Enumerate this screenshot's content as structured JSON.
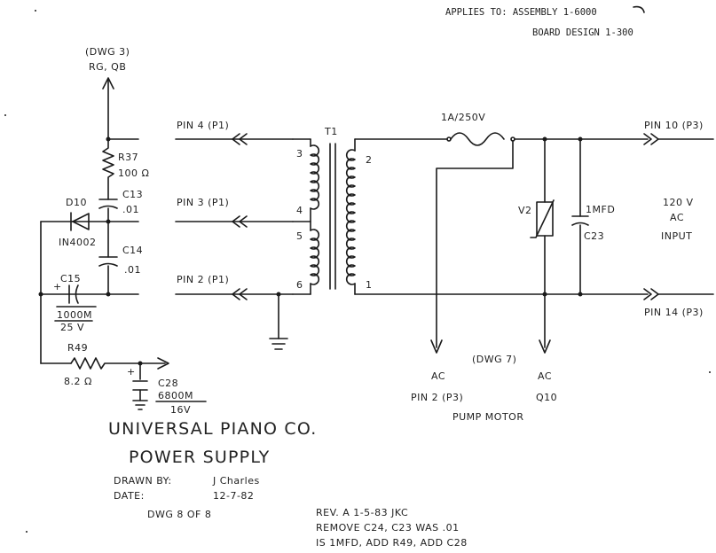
{
  "header": {
    "applies_to": "APPLIES TO:  ASSEMBLY 1-6000",
    "board_design": "BOARD DESIGN 1-300"
  },
  "title_block": {
    "company": "UNIVERSAL PIANO CO.",
    "drawing": "POWER SUPPLY",
    "drawn_by_label": "DRAWN BY:",
    "drawn_by": "J Charles",
    "date_label": "DATE:",
    "date": "12-7-82",
    "sheet": "DWG 8 OF 8"
  },
  "revision": {
    "line1": "REV. A  1-5-83  JKC",
    "line2": "REMOVE C24, C23 WAS .01",
    "line3": "IS 1MFD, ADD R49, ADD C28"
  },
  "connectors": {
    "pin4_p1": "PIN 4 (P1)",
    "pin3_p1": "PIN 3 (P1)",
    "pin2_p1": "PIN 2 (P1)",
    "pin10_p3": "PIN 10 (P3)",
    "pin14_p3": "PIN 14 (P3)",
    "dwg3_ref": "(DWG 3)",
    "dwg3_targets": "RG, QB",
    "ac_input_line1": "120 V",
    "ac_input_line2": "AC",
    "ac_input_line3": "INPUT",
    "out_pump_ac": "AC",
    "out_pump_pin": "PIN 2 (P3)",
    "dwg7_ref": "(DWG 7)",
    "out_q10_ac": "AC",
    "out_q10": "Q10",
    "pump_motor": "PUMP MOTOR"
  },
  "components": {
    "r37": "R37",
    "r37_val": "100 Ω",
    "c13": "C13",
    "c13_val": ".01",
    "d10": "D10",
    "d10_type": "IN4002",
    "c14": "C14",
    "c14_val": ".01",
    "c15": "C15",
    "c15_val1": "1000M",
    "c15_val2": "25 V",
    "r49": "R49",
    "r49_val": "8.2 Ω",
    "c28": "C28",
    "c28_val1": "6800M",
    "c28_val2": "16V",
    "t1": "T1",
    "fuse": "1A/250V",
    "v2": "V2",
    "c23": "C23",
    "c23_val": "1MFD",
    "plus": "+"
  },
  "transformer_pins": {
    "p3": "3",
    "p4": "4",
    "p5": "5",
    "p6": "6",
    "p2": "2",
    "p1": "1"
  }
}
